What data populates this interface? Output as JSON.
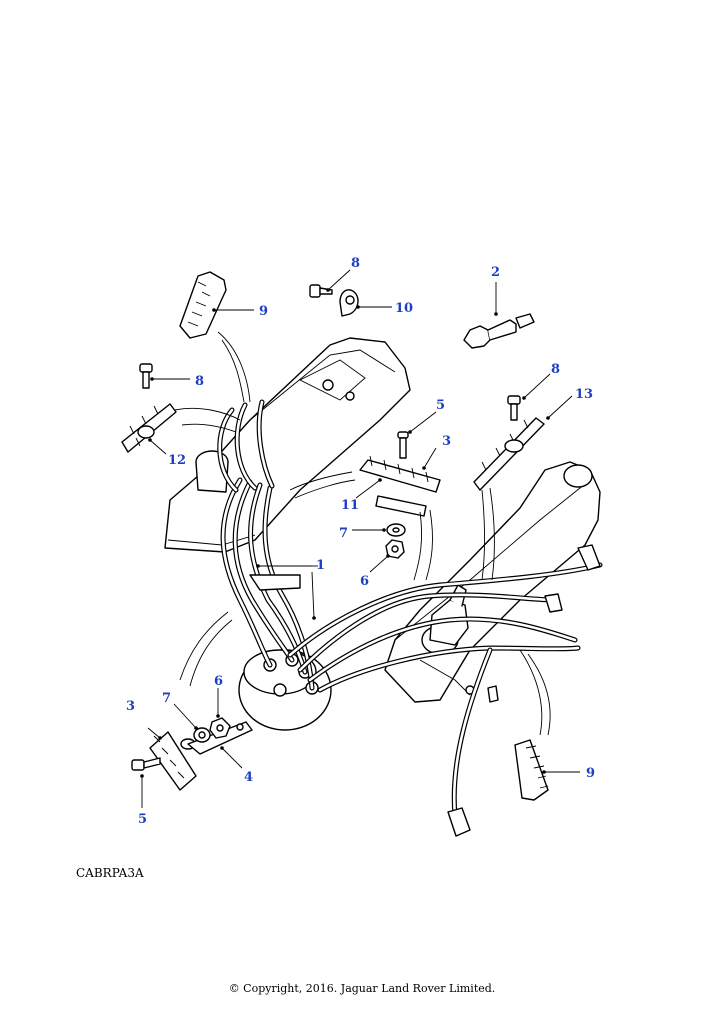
{
  "diagram": {
    "callouts": {
      "c1": "1",
      "c2": "2",
      "c3a": "3",
      "c3b": "3",
      "c4": "4",
      "c5a": "5",
      "c5b": "5",
      "c6a": "6",
      "c6b": "6",
      "c7a": "7",
      "c7b": "7",
      "c8a": "8",
      "c8b": "8",
      "c8c": "8",
      "c9a": "9",
      "c9b": "9",
      "c10": "10",
      "c11": "11",
      "c12": "12",
      "c13": "13"
    },
    "reference_code": "CABRPA3A",
    "copyright": "© Copyright, 2016. Jaguar Land Rover Limited."
  },
  "colors": {
    "callout": "#1f3fc2",
    "line": "#000000",
    "background": "#ffffff"
  }
}
